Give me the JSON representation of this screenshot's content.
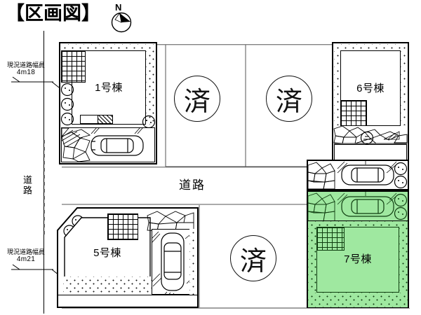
{
  "header": {
    "title": "【区画図】",
    "compass_letter": "N",
    "compass_icon": "north-arrow-icon"
  },
  "road_labels": {
    "west_road_vertical": "道路",
    "center_road_horizontal": "道路",
    "width_note_top": {
      "caption": "現況道路幅員",
      "value": "4m18"
    },
    "width_note_bottom": {
      "caption": "現況道路幅員",
      "value": "4m21"
    }
  },
  "lots": [
    {
      "id": "lot-1",
      "label": "1号棟",
      "status": "available",
      "fill": "white"
    },
    {
      "id": "lot-sold-a",
      "label": "済",
      "status": "sold",
      "fill": "white"
    },
    {
      "id": "lot-sold-b",
      "label": "済",
      "status": "sold",
      "fill": "white"
    },
    {
      "id": "lot-6",
      "label": "6号棟",
      "status": "available",
      "fill": "white"
    },
    {
      "id": "lot-5",
      "label": "5号棟",
      "status": "available",
      "fill": "white"
    },
    {
      "id": "lot-sold-c",
      "label": "済",
      "status": "sold",
      "fill": "white"
    },
    {
      "id": "lot-7",
      "label": "7号棟",
      "status": "highlighted",
      "fill": "green"
    }
  ],
  "colors": {
    "highlight_green": "#9fe8a0",
    "highlight_green_border": "#0f3d10",
    "line": "#000000",
    "background": "#ffffff"
  },
  "legend_symbols": {
    "car": "car-plan-icon",
    "tree": "tree-plan-icon",
    "deck": "deck-grid-pattern",
    "gravel": "gravel-speckle-pattern",
    "stone": "stone-paving-pattern"
  }
}
